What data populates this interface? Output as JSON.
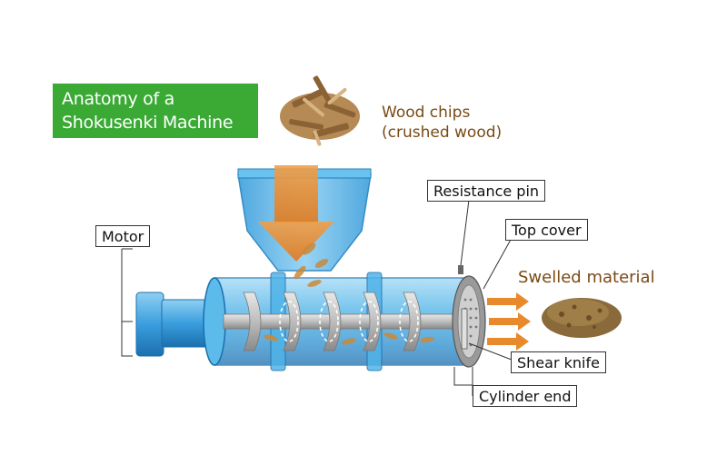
{
  "title": {
    "line1": "Anatomy of a",
    "line2": "Shokusenki Machine"
  },
  "labels": {
    "wood_chips_line1": "Wood chips",
    "wood_chips_line2": "(crushed wood)",
    "swelled_material": "Swelled material",
    "motor": "Motor",
    "resistance_pin": "Resistance pin",
    "top_cover": "Top cover",
    "shear_knife": "Shear knife",
    "cylinder_end": "Cylinder end"
  },
  "colors": {
    "title_bg": "#3aaa35",
    "label_brown": "#7a4a14",
    "machine_blue": "#4fb3e8",
    "machine_dark_blue": "#1f7fc0",
    "arrow_orange": "#e8892b",
    "wood": "#a87c45"
  },
  "icons": [
    "wood-chips-pile",
    "swelled-material-pile",
    "screw-auger",
    "feed-arrow",
    "output-arrows"
  ]
}
